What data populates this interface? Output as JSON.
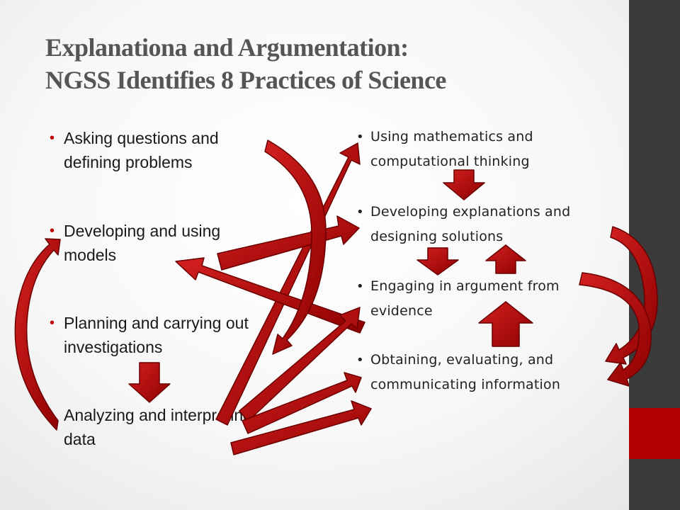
{
  "slide": {
    "title_lines": [
      "Explanationa and Argumentation:",
      "NGSS Identifies 8 Practices of Science"
    ],
    "left_practices": [
      "Asking questions and defining problems",
      "Developing and using models",
      "Planning and carrying out investigations",
      "Analyzing and interpreting data"
    ],
    "right_practices": [
      "Using mathematics and computational thinking",
      "Developing explanations and designing solutions",
      "Engaging in argument from evidence",
      "Obtaining, evaluating, and communicating information"
    ],
    "bullet": "•",
    "colors": {
      "arrow_fill": "#b50d0d",
      "arrow_stroke": "#6b0000",
      "sidebar": "#3a3a3a",
      "sidebar_accent": "#b30000",
      "title": "#555555",
      "left_bullet": "#c00000"
    }
  }
}
